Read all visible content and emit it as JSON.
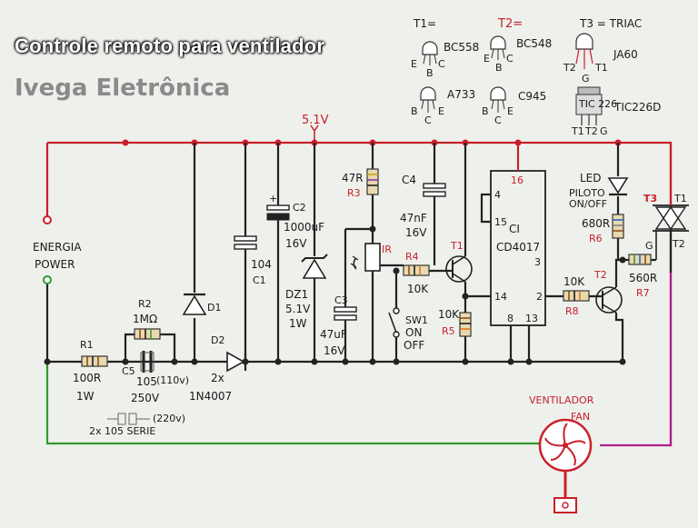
{
  "header": {
    "title": "Controle remoto para ventilador",
    "subtitle": "Ivega Eletrônica"
  },
  "legend": {
    "t1_tag": "T1=",
    "t1_part": "BC558",
    "t1_pins": [
      "E",
      "B",
      "C"
    ],
    "t2_tag": "T2=",
    "t2_part": "BC548",
    "t2_pins": [
      "E",
      "B",
      "C"
    ],
    "t3_tag": "T3 = TRIAC",
    "t3_part": "JA60",
    "t3_pins": [
      "T2",
      "T1",
      "G"
    ],
    "a733_part": "A733",
    "a733_pins": [
      "B",
      "C",
      "E"
    ],
    "c945_part": "C945",
    "c945_pins": [
      "B",
      "C",
      "E"
    ],
    "tic_part": "TIC226D",
    "tic_body": "TIC 226",
    "tic_pins": [
      "T1",
      "T2",
      "G"
    ]
  },
  "labels": {
    "energia": "ENERGIA",
    "power": "POWER",
    "rail_voltage": "5.1V",
    "r1": "R1",
    "r1_val1": "100R",
    "r1_val2": "1W",
    "r2": "R2",
    "r2_val": "1MΩ",
    "c5": "C5",
    "c5_val1": "105",
    "c5_val2": "(110v)",
    "c5_val3": "250V",
    "series_note": "2x 105 SERIE",
    "series_v": "(220v)",
    "d1": "D1",
    "d2": "D2",
    "d_qty": "2x",
    "d_part": "1N4007",
    "c1_val": "104",
    "c1": "C1",
    "c2": "C2",
    "c2_val1": "1000uF",
    "c2_val2": "16V",
    "dz1": "DZ1",
    "dz1_val1": "5.1V",
    "dz1_val2": "1W",
    "c3": "C3",
    "c3_val1": "47uF",
    "c3_val2": "16V",
    "r3_val": "47R",
    "r3": "R3",
    "c4": "C4",
    "c4_val1": "47nF",
    "c4_val2": "16V",
    "ir": "IR",
    "r4": "R4",
    "r4_val": "10K",
    "t1": "T1",
    "sw1": "SW1",
    "sw1_on": "ON",
    "sw1_off": "OFF",
    "r5_val": "10K",
    "r5": "R5",
    "ci": "CI",
    "ci_part": "CD4017",
    "pin16": "16",
    "pin4": "4",
    "pin15": "15",
    "pin3": "3",
    "pin14": "14",
    "pin2": "2",
    "pin8": "8",
    "pin13": "13",
    "r8_val": "10K",
    "r8": "R8",
    "t2": "T2",
    "led": "LED",
    "piloto": "PILOTO",
    "onoff": "ON/OFF",
    "r6_val": "680R",
    "r6": "R6",
    "t3": "T3",
    "t3_t1": "T1",
    "t3_t2": "T2",
    "t3_g": "G",
    "r7_val": "560R",
    "r7": "R7",
    "ventilador": "VENTILADOR",
    "fan": "FAN"
  },
  "colors": {
    "rail_positive": "#c8202a",
    "rail_ground": "#222222",
    "neutral_wire": "#2e9a2e",
    "fan_wire": "#b0208a",
    "ink": "#1a1a1a",
    "accent_red": "#c8202a",
    "paper": "#eef0ec"
  }
}
